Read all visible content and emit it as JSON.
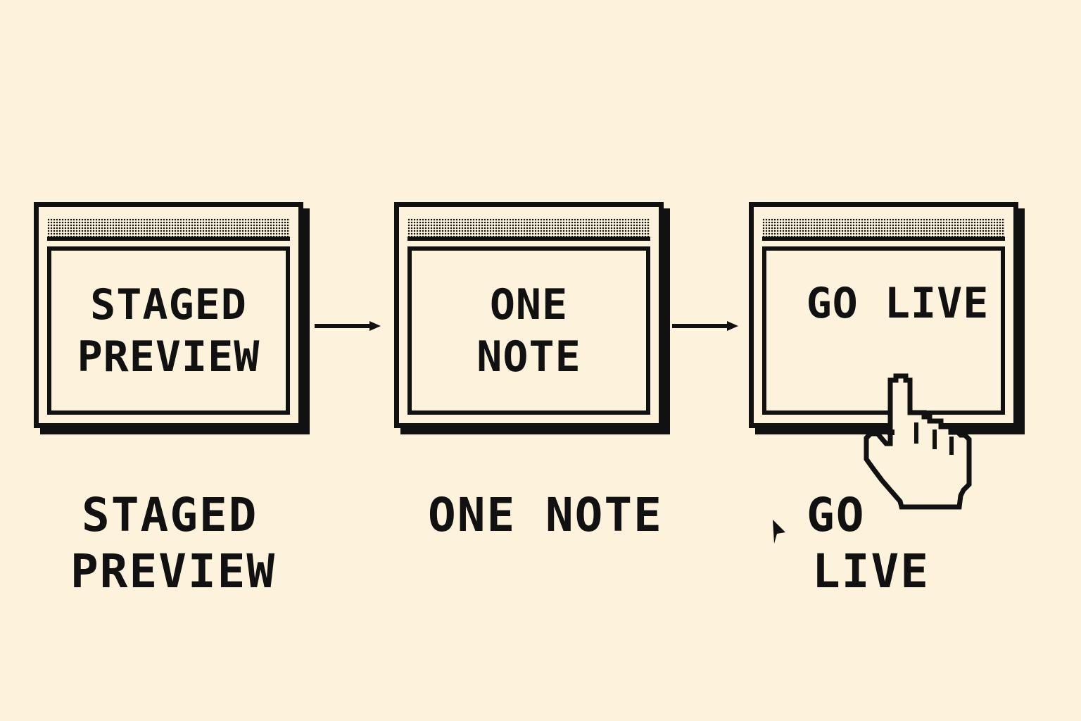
{
  "steps": [
    {
      "window_lines": [
        "STAGED",
        "PREVIEW"
      ],
      "caption_lines": [
        "STAGED",
        "PREVIEW"
      ]
    },
    {
      "window_lines": [
        "ONE",
        "NOTE"
      ],
      "caption_lines": [
        "ONE NOTE"
      ]
    },
    {
      "window_lines": [
        "GO LIVE"
      ],
      "caption_lines": [
        "GO",
        "LIVE"
      ]
    }
  ],
  "icons": {
    "connector": "arrow-right-icon",
    "cursor": "hand-pointer-icon",
    "small_pointer": "triangle-pointer-icon"
  },
  "colors": {
    "background": "#fdf3dc",
    "ink": "#111111"
  }
}
